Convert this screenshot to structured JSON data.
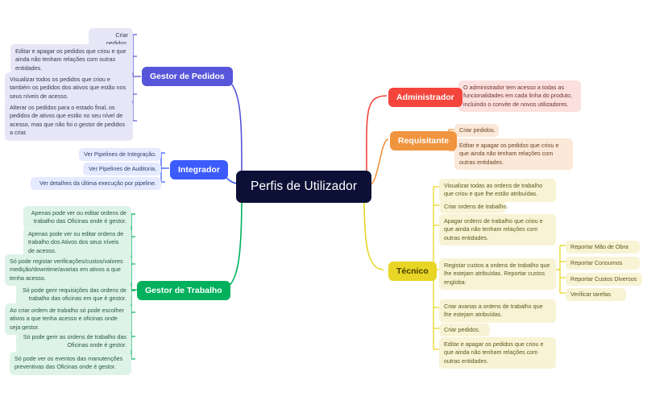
{
  "diagram": {
    "type": "mind-map",
    "root": {
      "label": "Perfis de Utilizador",
      "color": "#0d1036"
    },
    "branches": [
      {
        "id": "gestor-de-pedidos",
        "label": "Gestor de Pedidos",
        "color": "#5755d9",
        "side": "left",
        "items": [
          {
            "text": "Criar pedidos."
          },
          {
            "text": "Editar e apagar os pedidos que criou e que ainda não tenham relações com outras entidades."
          },
          {
            "text": "Visualizar todos os pedidos que criou e também os pedidos dos ativos que estão nos seus níveis de acesso."
          },
          {
            "text": "Alterar os pedidos para o estado final, os pedidos de ativos que estão no seu nível de acesso, mas que não foi o gestor de pedidos a criar."
          }
        ]
      },
      {
        "id": "integrador",
        "label": "Integrador",
        "color": "#3b5bfd",
        "side": "left",
        "items": [
          {
            "text": "Ver Pipelines de Integração."
          },
          {
            "text": "Ver Pipelines de Auditoria."
          },
          {
            "text": "Ver detalhes da última execução por pipeline."
          }
        ]
      },
      {
        "id": "gestor-de-trabalho",
        "label": "Gestor de Trabalho",
        "color": "#00b05c",
        "side": "left",
        "items": [
          {
            "text": "Apenas pode ver ou editar ordens de trabalho das Oficinas onde é gestor."
          },
          {
            "text": "Apenas pode ver ou editar ordens de trabalho dos Ativos dos seus níveis de acesso."
          },
          {
            "text": "Só pode registar verificações/custos/valores medição/downtime/avarias em ativos a que tenha acesso."
          },
          {
            "text": "Só pode gerir requisições das ordens de trabalho das oficinas em que é gestor."
          },
          {
            "text": "Ao criar ordem de trabalho só pode escolher ativos a que tenha acesso e oficinas onde seja gestor."
          },
          {
            "text": "Só pode gerir as ordens de trabalho das Oficinas onde é gestor."
          },
          {
            "text": "Só pode ver os eventos das manutenções preventivas das Oficinas onde é gestor."
          }
        ]
      },
      {
        "id": "administrador",
        "label": "Administrador",
        "color": "#f4453c",
        "side": "right",
        "items": [
          {
            "text": "O administrador tem acesso a todas as funcionalidades em cada linha do produto, incluindo o convite de novos utilizadores."
          }
        ]
      },
      {
        "id": "requisitante",
        "label": "Requisitante",
        "color": "#f0943e",
        "side": "right",
        "items": [
          {
            "text": "Criar pedidos."
          },
          {
            "text": "Editar e apagar os pedidos que criou e que ainda não tenham relações com outras entidades."
          }
        ]
      },
      {
        "id": "tecnico",
        "label": "Técnico",
        "color": "#e8d526",
        "side": "right",
        "items": [
          {
            "text": "Visualizar todas as ordens de trabalho que criou e que lhe estão atribuídas."
          },
          {
            "text": "Criar ordens de trabalho."
          },
          {
            "text": "Apagar ordens de trabalho que criou e que ainda não tenham relações com outras entidades."
          },
          {
            "text": "Registar custos a ordens de trabalho que lhe estejam atribuídas. Reportar custos engloba:"
          },
          {
            "text": "Criar avarias a ordens de trabalho que lhe estejam atribuídas."
          },
          {
            "text": "Criar pedidos."
          },
          {
            "text": "Editar e apagar os pedidos que criou e que ainda não tenham relações com outras entidades."
          }
        ],
        "sub_items": [
          {
            "text": "Reportar Mão de Obra"
          },
          {
            "text": "Reportar Consumos"
          },
          {
            "text": "Reportar Custos Diversos"
          },
          {
            "text": "Verificar tarefas"
          }
        ]
      }
    ]
  }
}
